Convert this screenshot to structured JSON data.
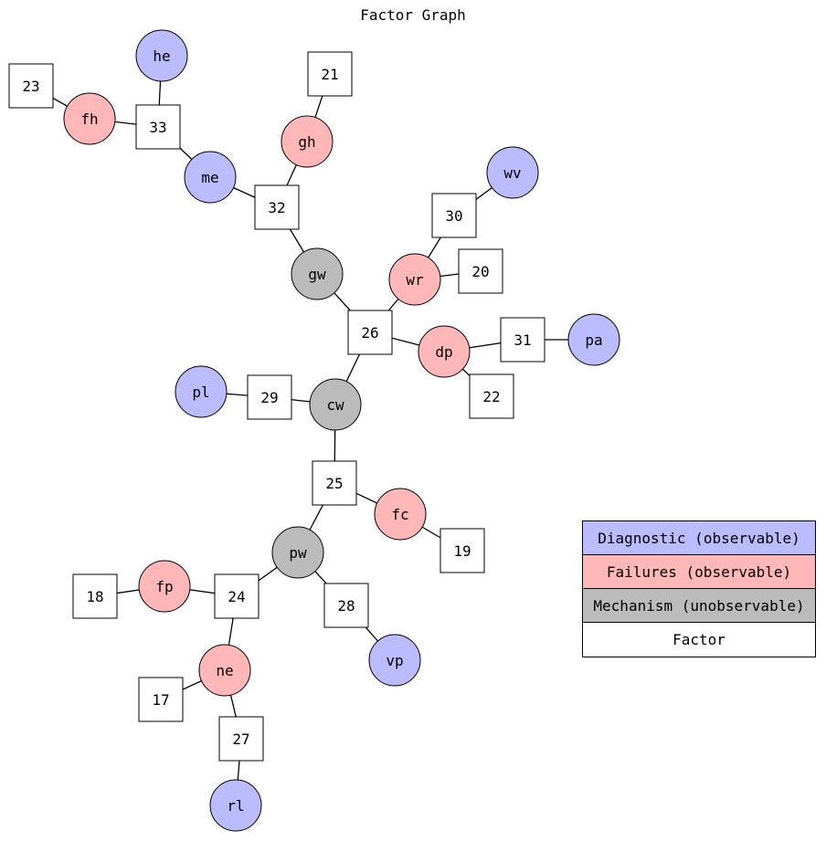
{
  "title": "Factor Graph",
  "colors": {
    "diagnostic": "#bbbbff",
    "failure": "#ffb7b7",
    "mechanism": "#bbbbbb",
    "factor": "#ffffff"
  },
  "legend": [
    {
      "label": "Diagnostic (observable)",
      "kind": "diagnostic"
    },
    {
      "label": "Failures (observable)",
      "kind": "failure"
    },
    {
      "label": "Mechanism (unobservable)",
      "kind": "mechanism"
    },
    {
      "label": "Factor",
      "kind": "factor"
    }
  ],
  "nodes": [
    {
      "id": "he",
      "label": "he",
      "kind": "diagnostic"
    },
    {
      "id": "fh",
      "label": "fh",
      "kind": "failure"
    },
    {
      "id": "me",
      "label": "me",
      "kind": "diagnostic"
    },
    {
      "id": "gh",
      "label": "gh",
      "kind": "failure"
    },
    {
      "id": "wv",
      "label": "wv",
      "kind": "diagnostic"
    },
    {
      "id": "gw",
      "label": "gw",
      "kind": "mechanism"
    },
    {
      "id": "wr",
      "label": "wr",
      "kind": "failure"
    },
    {
      "id": "dp",
      "label": "dp",
      "kind": "failure"
    },
    {
      "id": "pa",
      "label": "pa",
      "kind": "diagnostic"
    },
    {
      "id": "pl",
      "label": "pl",
      "kind": "diagnostic"
    },
    {
      "id": "cw",
      "label": "cw",
      "kind": "mechanism"
    },
    {
      "id": "fc",
      "label": "fc",
      "kind": "failure"
    },
    {
      "id": "pw",
      "label": "pw",
      "kind": "mechanism"
    },
    {
      "id": "fp",
      "label": "fp",
      "kind": "failure"
    },
    {
      "id": "vp",
      "label": "vp",
      "kind": "diagnostic"
    },
    {
      "id": "ne",
      "label": "ne",
      "kind": "failure"
    },
    {
      "id": "rl",
      "label": "rl",
      "kind": "diagnostic"
    },
    {
      "id": "f23",
      "label": "23",
      "kind": "factor"
    },
    {
      "id": "f21",
      "label": "21",
      "kind": "factor"
    },
    {
      "id": "f33",
      "label": "33",
      "kind": "factor"
    },
    {
      "id": "f32",
      "label": "32",
      "kind": "factor"
    },
    {
      "id": "f30",
      "label": "30",
      "kind": "factor"
    },
    {
      "id": "f20",
      "label": "20",
      "kind": "factor"
    },
    {
      "id": "f26",
      "label": "26",
      "kind": "factor"
    },
    {
      "id": "f31",
      "label": "31",
      "kind": "factor"
    },
    {
      "id": "f22",
      "label": "22",
      "kind": "factor"
    },
    {
      "id": "f29",
      "label": "29",
      "kind": "factor"
    },
    {
      "id": "f25",
      "label": "25",
      "kind": "factor"
    },
    {
      "id": "f19",
      "label": "19",
      "kind": "factor"
    },
    {
      "id": "f18",
      "label": "18",
      "kind": "factor"
    },
    {
      "id": "f24",
      "label": "24",
      "kind": "factor"
    },
    {
      "id": "f28",
      "label": "28",
      "kind": "factor"
    },
    {
      "id": "f17",
      "label": "17",
      "kind": "factor"
    },
    {
      "id": "f27",
      "label": "27",
      "kind": "factor"
    }
  ],
  "edges": [
    [
      "f23",
      "fh"
    ],
    [
      "fh",
      "f33"
    ],
    [
      "he",
      "f33"
    ],
    [
      "f33",
      "me"
    ],
    [
      "me",
      "f32"
    ],
    [
      "f32",
      "gh"
    ],
    [
      "gh",
      "f21"
    ],
    [
      "f32",
      "gw"
    ],
    [
      "gw",
      "f26"
    ],
    [
      "f26",
      "wr"
    ],
    [
      "wr",
      "f30"
    ],
    [
      "f30",
      "wv"
    ],
    [
      "wr",
      "f20"
    ],
    [
      "f26",
      "dp"
    ],
    [
      "dp",
      "f31"
    ],
    [
      "f31",
      "pa"
    ],
    [
      "dp",
      "f22"
    ],
    [
      "f26",
      "cw"
    ],
    [
      "pl",
      "f29"
    ],
    [
      "f29",
      "cw"
    ],
    [
      "cw",
      "f25"
    ],
    [
      "f25",
      "fc"
    ],
    [
      "fc",
      "f19"
    ],
    [
      "f25",
      "pw"
    ],
    [
      "pw",
      "f24"
    ],
    [
      "pw",
      "f28"
    ],
    [
      "f28",
      "vp"
    ],
    [
      "f18",
      "fp"
    ],
    [
      "fp",
      "f24"
    ],
    [
      "f24",
      "ne"
    ],
    [
      "f17",
      "ne"
    ],
    [
      "ne",
      "f27"
    ],
    [
      "f27",
      "rl"
    ]
  ]
}
